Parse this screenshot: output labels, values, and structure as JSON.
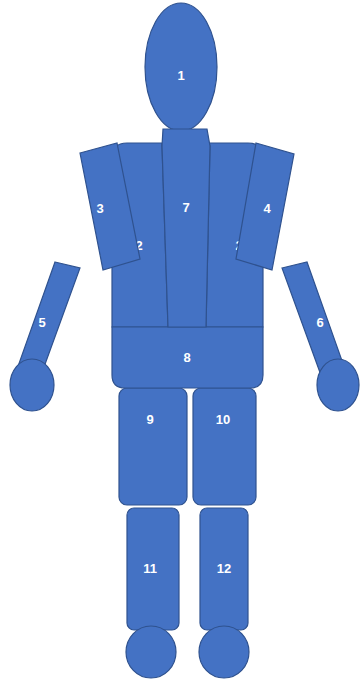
{
  "diagram": {
    "nodes": [
      {
        "text": [
          "1"
        ]
      },
      {
        "text": [
          "3"
        ]
      },
      {
        "text": [
          "2"
        ]
      },
      {
        "text": [
          "7"
        ]
      },
      {
        "text": [
          "2"
        ]
      },
      {
        "text": [
          "4"
        ]
      },
      {
        "text": [
          "5"
        ]
      },
      {
        "text": [
          "8"
        ]
      },
      {
        "text": [
          "6"
        ]
      },
      {
        "text": [
          "9"
        ]
      },
      {
        "text": [
          "10"
        ]
      },
      {
        "text": [
          "11"
        ]
      },
      {
        "text": [
          "12"
        ]
      }
    ]
  }
}
